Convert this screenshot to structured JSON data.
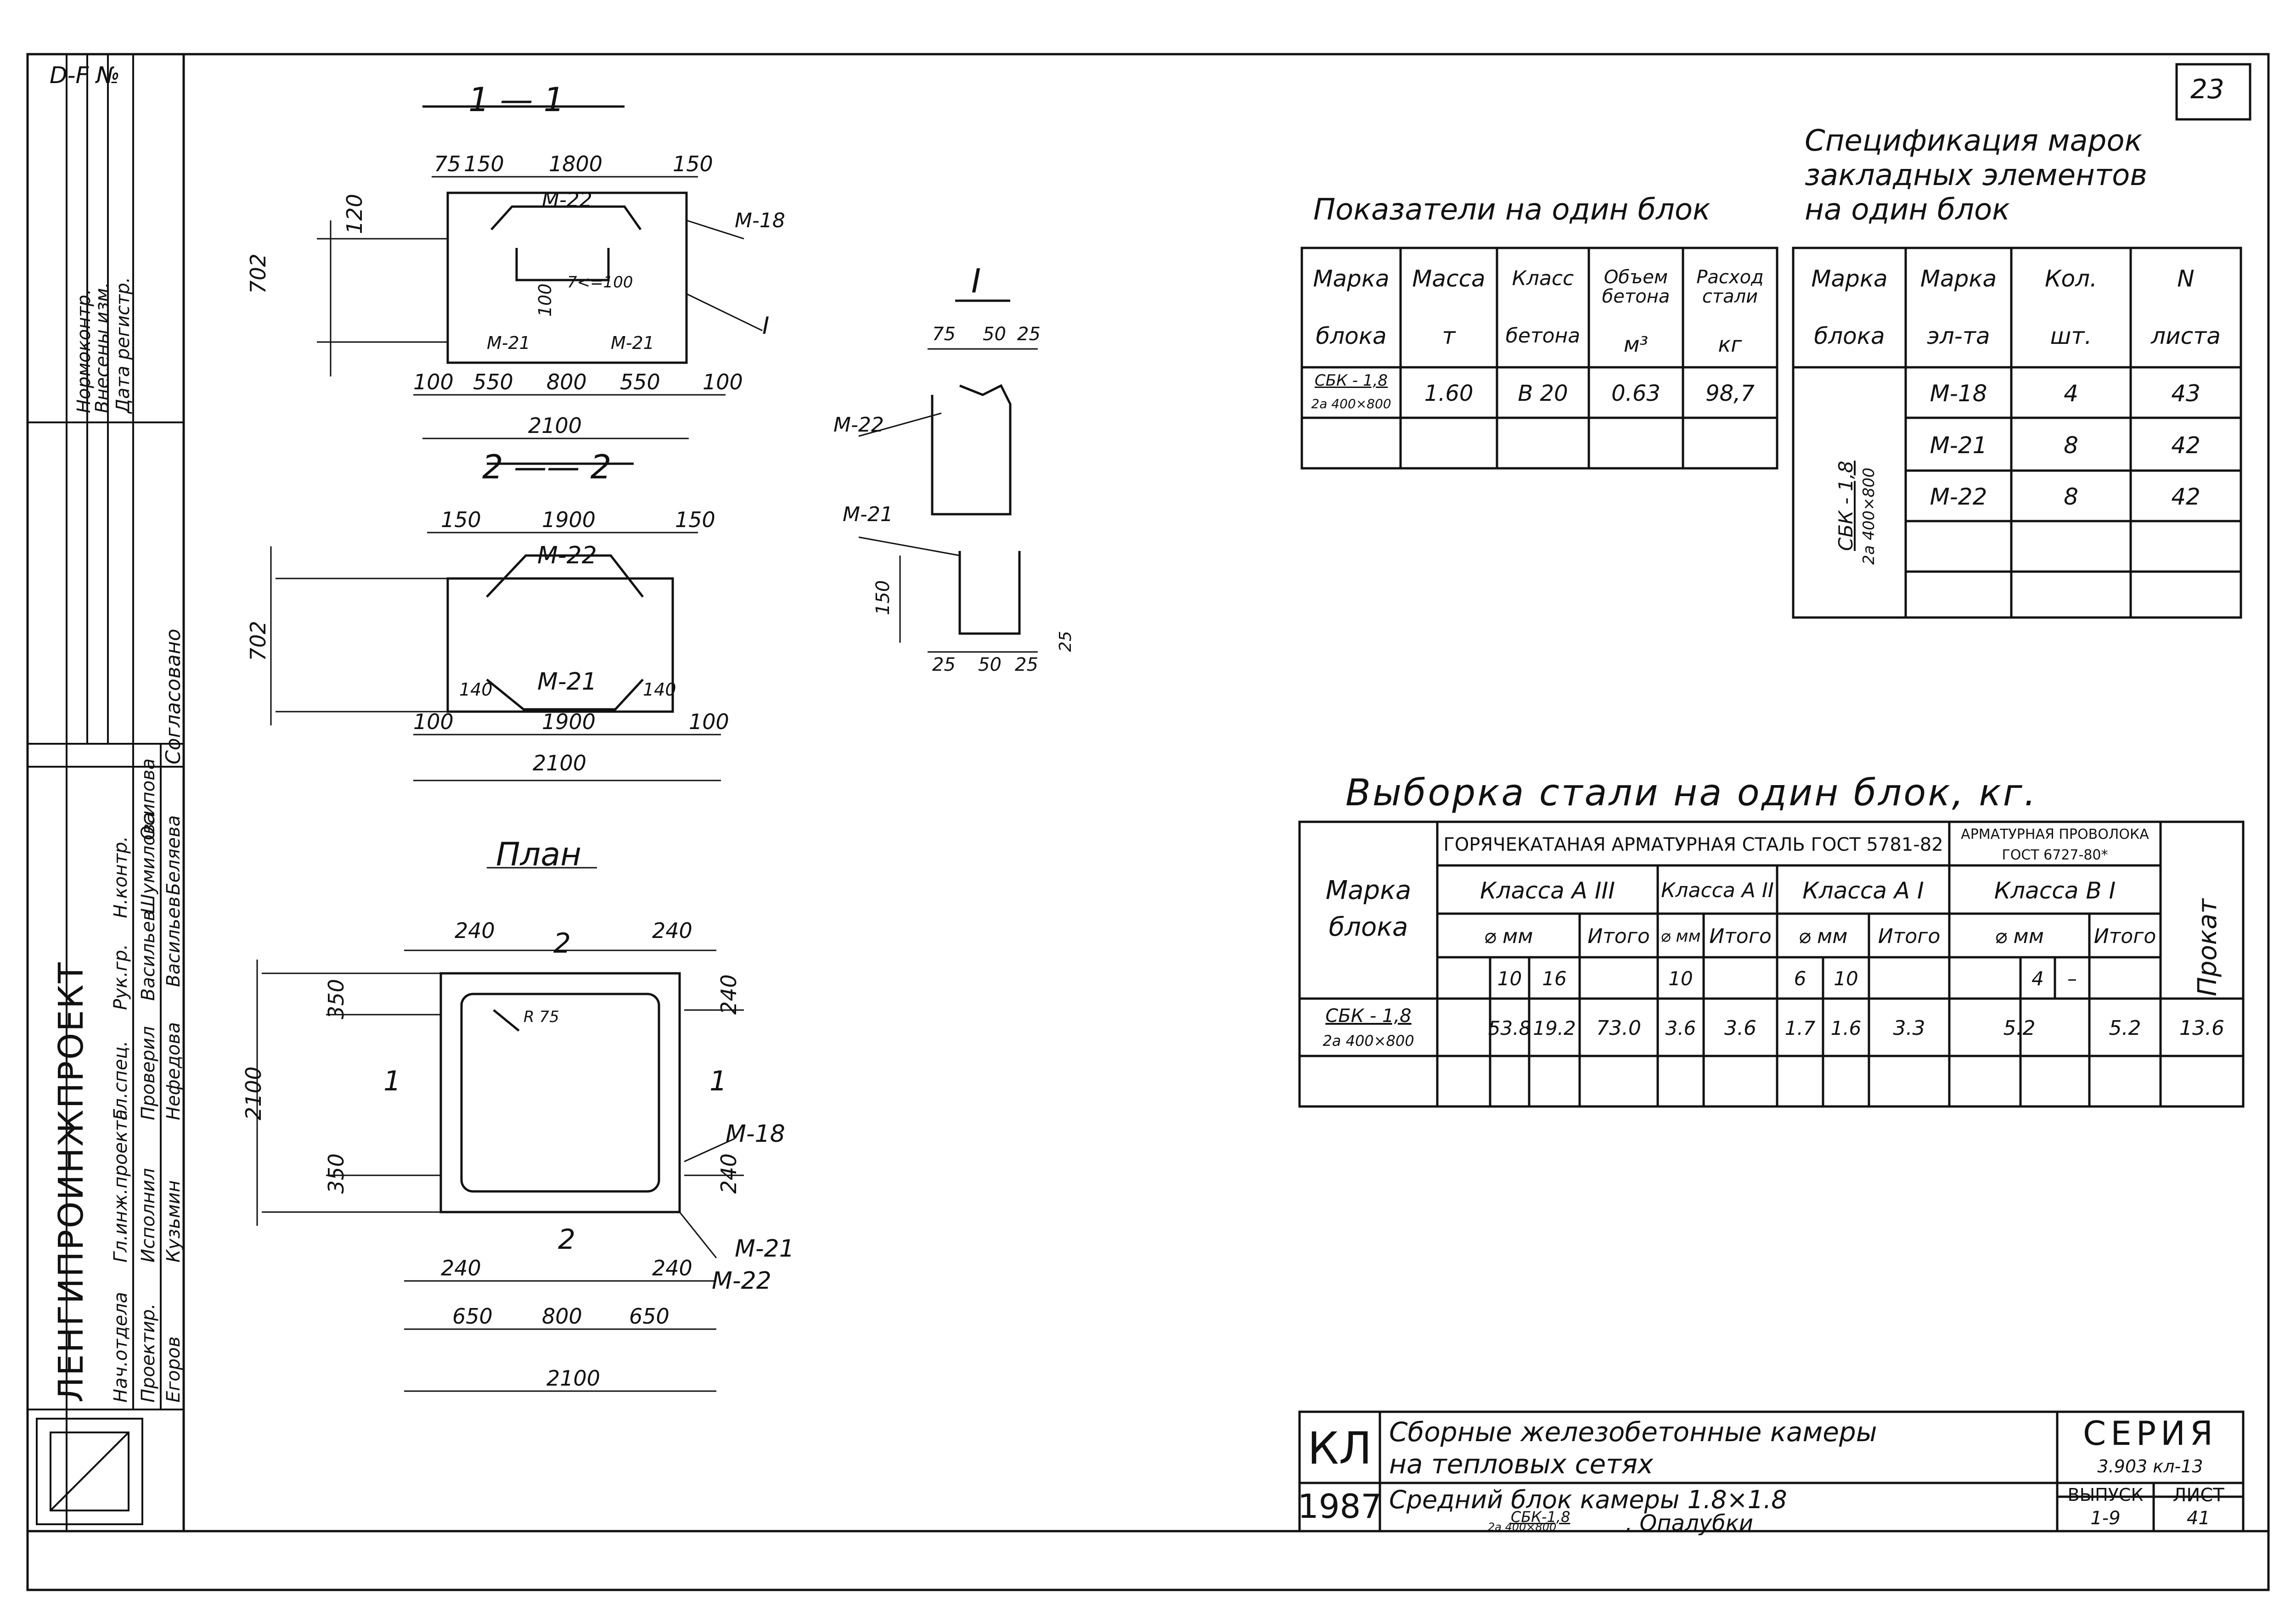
{
  "sheet": {
    "page_number": "23",
    "top_left_code": "D-F №"
  },
  "section_1": {
    "title": "1 — 1",
    "dims_top": [
      "75",
      "150",
      "1800",
      "150"
    ],
    "dims_bottom": [
      "100",
      "550",
      "800",
      "550",
      "100"
    ],
    "total": "2100",
    "height_left": "702",
    "dim_120": "120",
    "dim_100": "100",
    "note_hole": "7<=100",
    "labels": [
      "M-22",
      "M-18",
      "I",
      "M-21",
      "M-21"
    ]
  },
  "section_2": {
    "title": "2 —— 2",
    "dims_top": [
      "150",
      "1900",
      "150"
    ],
    "dims_bottom": [
      "100",
      "1900",
      "100"
    ],
    "inner": [
      "140",
      "140"
    ],
    "total": "2100",
    "height_left": "702",
    "labels": [
      "M-22",
      "M-21"
    ]
  },
  "detail_I": {
    "title": "I",
    "dims_top": [
      "75",
      "50",
      "25"
    ],
    "dims_bottom": [
      "25",
      "50",
      "25"
    ],
    "side_150": "150",
    "side_25": "25",
    "labels": [
      "M-22",
      "M-21"
    ]
  },
  "plan": {
    "title": "План",
    "dims_top": [
      "240",
      "240"
    ],
    "dims_bottom_top": [
      "240",
      "240"
    ],
    "dims_bottom": [
      "650",
      "800",
      "650"
    ],
    "total": "2100",
    "height": "2100",
    "side_350_top": "350",
    "side_350_bottom": "350",
    "side_240_right_top": "240",
    "side_240_right_bottom": "240",
    "radius": "R 75",
    "cut_marks": [
      "2",
      "2",
      "1",
      "1"
    ],
    "labels": [
      "M-18",
      "M-21",
      "M-22"
    ]
  },
  "spec_title": [
    "Спецификация марок",
    "закладных элементов",
    "на один блок"
  ],
  "indicators_title": "Показатели на один блок",
  "indicators_table": {
    "headers": [
      [
        "Марка",
        "блока"
      ],
      [
        "Масса",
        "т"
      ],
      [
        "Класс",
        "бетона"
      ],
      [
        "Объем бетона",
        "м³"
      ],
      [
        "Расход стали",
        "кг"
      ]
    ],
    "row": {
      "mark": "СБК - 1,8",
      "mark_sub": "2а 400×800",
      "mass": "1.60",
      "class": "В 20",
      "volume": "0.63",
      "steel": "98,7"
    }
  },
  "spec_table": {
    "headers": [
      [
        "Марка",
        "блока"
      ],
      [
        "Марка",
        "эл-та"
      ],
      [
        "Кол.",
        "шт."
      ],
      [
        "N",
        "листа"
      ]
    ],
    "block_mark": "СБК - 1,8",
    "block_mark_sub": "2а 400×800",
    "rows": [
      {
        "mark": "М-18",
        "qty": "4",
        "sheet": "43"
      },
      {
        "mark": "М-21",
        "qty": "8",
        "sheet": "42"
      },
      {
        "mark": "М-22",
        "qty": "8",
        "sheet": "42"
      }
    ]
  },
  "steel_title": "Выборка стали на один блок, кг.",
  "steel_table": {
    "col_mark": [
      "Марка",
      "блока"
    ],
    "group_hot": "ГОРЯЧЕКАТАНАЯ АРМАТУРНАЯ СТАЛЬ ГОСТ 5781-82",
    "group_wire": [
      "АРМАТУРНАЯ ПРОВОЛОКА",
      "ГОСТ 6727-80*"
    ],
    "class_a3": "Класса А III",
    "class_a2": "Класса А II",
    "class_a1": "Класса А I",
    "class_b1": "Класса В I",
    "phi_mm": "⌀ мм",
    "itogo": "Итого",
    "prokat": "Прокат",
    "dia_a3": [
      "10",
      "16"
    ],
    "dia_a2": [
      "10"
    ],
    "dia_a1": [
      "6",
      "10"
    ],
    "dia_b1": [
      "4",
      "–"
    ],
    "row": {
      "mark": "СБК - 1,8",
      "mark_sub": "2а 400×800",
      "a3": [
        "53.8",
        "19.2"
      ],
      "a3_total": "73.0",
      "a2": "3.6",
      "a2_total": "3.6",
      "a1": [
        "1.7",
        "1.6"
      ],
      "a1_total": "3.3",
      "b1": "5.2",
      "b1_total": "5.2",
      "prokat": "13.6"
    }
  },
  "title_block": {
    "code": "КЛ",
    "year": "1987",
    "title_line1": "Сборные железобетонные камеры",
    "title_line2": "на тепловых сетях",
    "subtitle_line1": "Средний блок камеры 1.8×1.8",
    "subtitle_line2": "СБК-1,8",
    "subtitle_line2b": "2а 400×800",
    "subtitle_line2c": ". Опалубки",
    "series_label": "СЕРИЯ",
    "series_value": "3.903 кл-13",
    "issue_label": "ВЫПУСК",
    "issue_value": "1-9",
    "sheet_label": "ЛИСТ",
    "sheet_value": "41"
  },
  "left_stamp": {
    "org": "ЛЕНГИПРОИНЖПРОЕКТ",
    "agreed": "Согласовано",
    "roles": [
      "Нач.отдела",
      "Гл.инж.проекта",
      "Гл.спец.",
      "Рук.гр.",
      "Н.контр.",
      "Проектир.",
      "Исполнил",
      "Проверил"
    ],
    "names": [
      "Егоров",
      "Кузьмин",
      "Нефедова",
      "Васильев",
      "Беляева",
      "Васильев",
      "Шумилова",
      "Осипова"
    ],
    "rev_labels": [
      "Нормоконтр.",
      "Внесены изм.",
      "Дата регистр."
    ]
  }
}
